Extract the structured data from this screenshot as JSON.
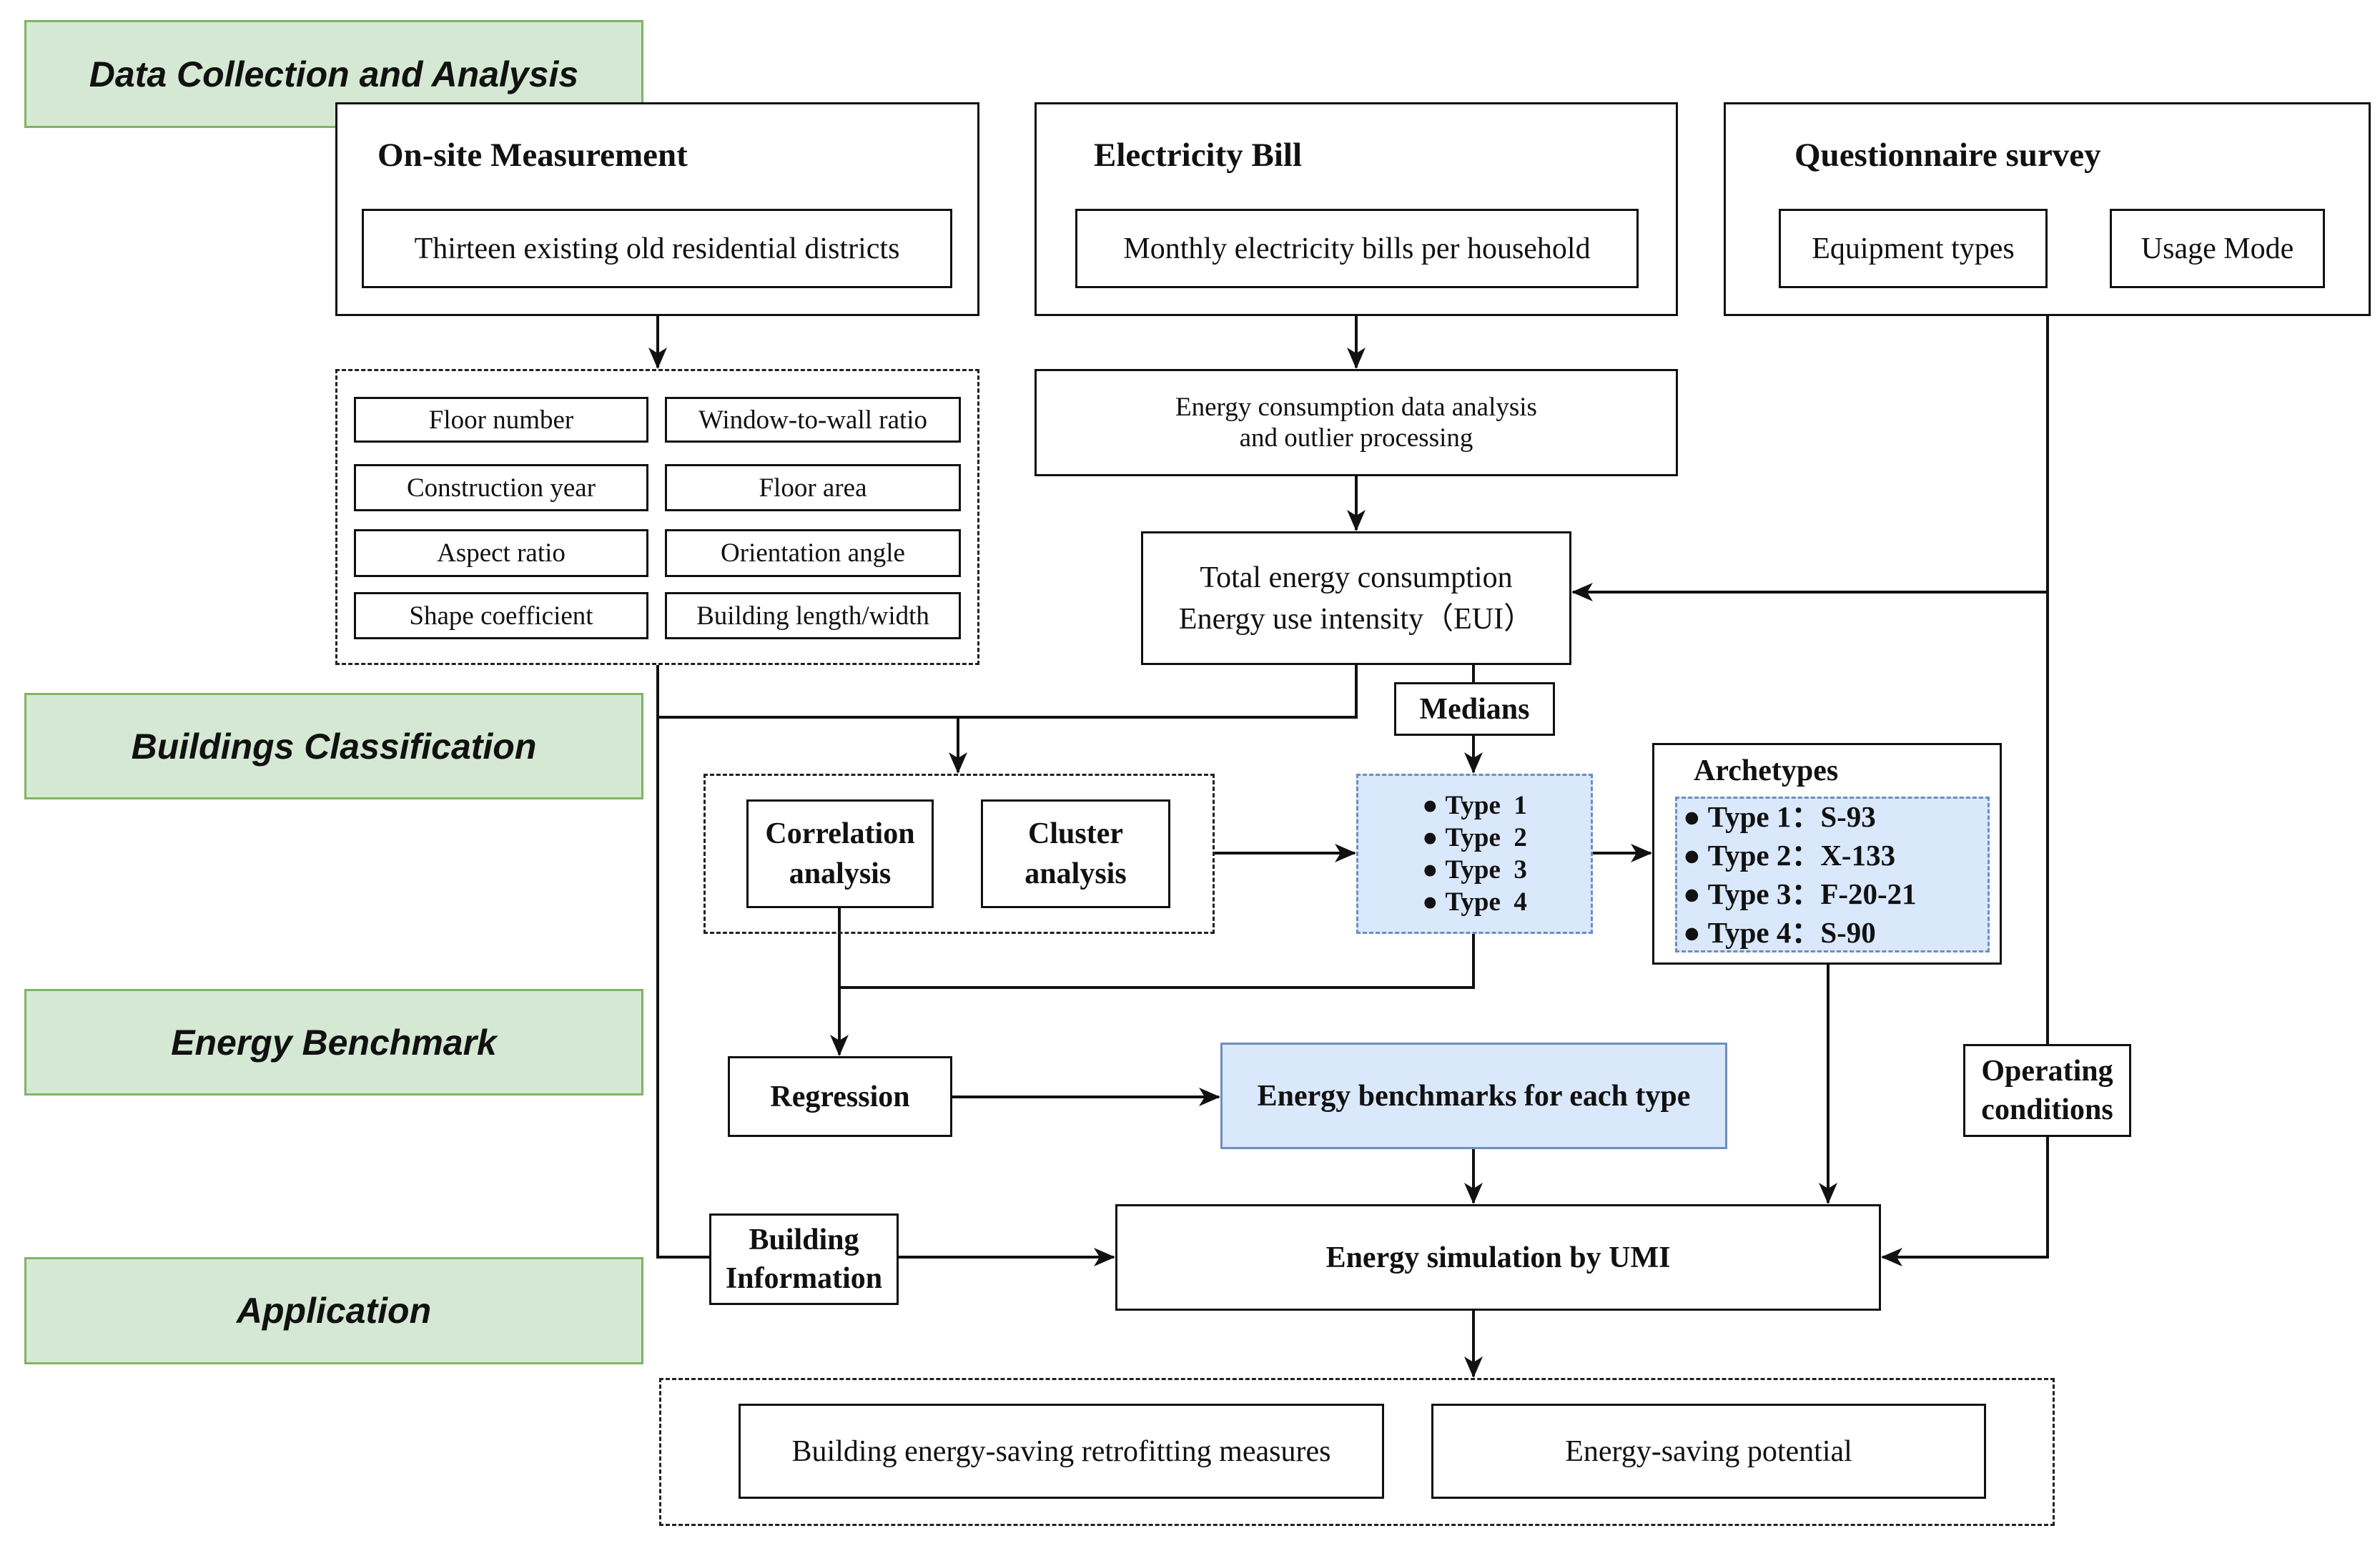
{
  "stages": [
    "Data Collection and Analysis",
    "Buildings Classification",
    "Energy Benchmark",
    "Application"
  ],
  "onsite": {
    "title": "On-site Measurement",
    "item": "Thirteen existing old residential districts"
  },
  "bill": {
    "title": "Electricity Bill",
    "item": "Monthly electricity bills per household"
  },
  "survey": {
    "title": "Questionnaire survey",
    "items": [
      "Equipment types",
      "Usage Mode"
    ]
  },
  "features": [
    "Floor number",
    "Window-to-wall ratio",
    "Construction year",
    "Floor area",
    "Aspect ratio",
    "Orientation angle",
    "Shape coefficient",
    "Building length/width"
  ],
  "analysis": {
    "line1": "Energy consumption data analysis",
    "line2": "and outlier processing"
  },
  "total": {
    "line1": "Total energy consumption",
    "line2": "Energy use intensity（EUI）"
  },
  "medians": "Medians",
  "correlation": {
    "line1": "Correlation",
    "line2": "analysis"
  },
  "cluster": {
    "line1": "Cluster",
    "line2": "analysis"
  },
  "types": [
    "Type  1",
    "Type  2",
    "Type  3",
    "Type  4"
  ],
  "archetypes": {
    "title": "Archetypes",
    "items": [
      "Type 1：S-93",
      "Type 2：X-133",
      "Type 3：F-20-21",
      "Type 4：S-90"
    ]
  },
  "regression": "Regression",
  "benchmarks": "Energy benchmarks for each type",
  "operating": {
    "line1": "Operating",
    "line2": "conditions"
  },
  "building_info": {
    "line1": "Building",
    "line2": "Information"
  },
  "umi": "Energy simulation by UMI",
  "outputs": [
    "Building energy-saving retrofitting measures",
    "Energy-saving potential"
  ]
}
